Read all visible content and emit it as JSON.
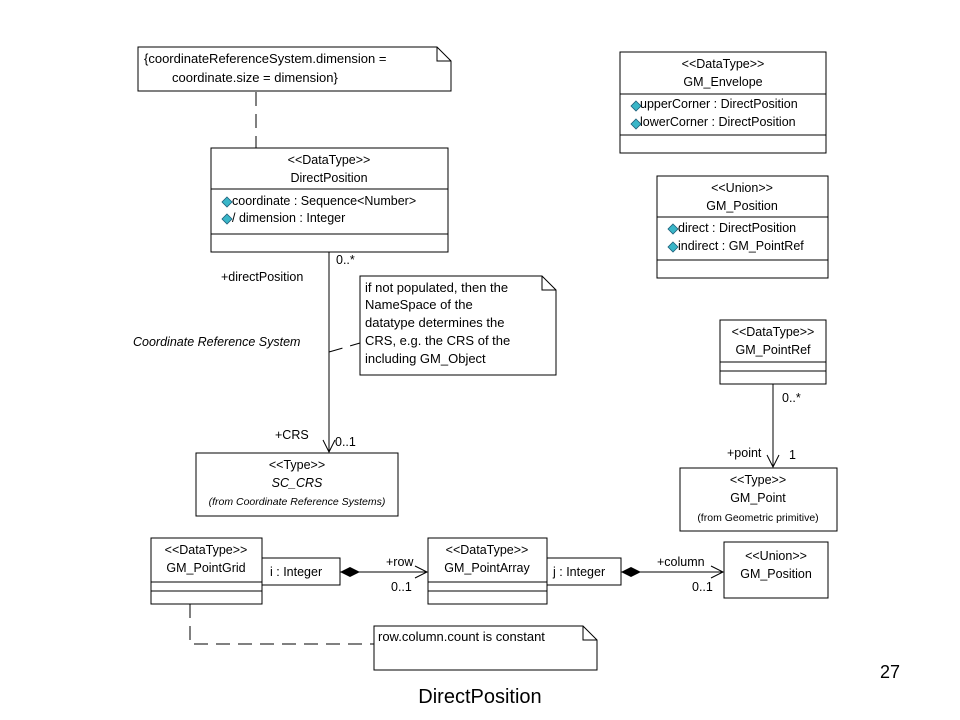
{
  "notes": {
    "dimension_constraint": [
      "{coordinateReferenceSystem.dimension  =",
      "coordinate.size = dimension}"
    ],
    "namespace": [
      "if not populated, then the",
      "NameSpace of the",
      "datatype determines the",
      "CRS, e.g. the CRS of the",
      "including GM_Object"
    ],
    "row_column": [
      "row.column.count is constant"
    ]
  },
  "classes": {
    "direct_position": {
      "stereotype": "<<DataType>>",
      "name": "DirectPosition",
      "attributes": [
        "coordinate : Sequence<Number>",
        "/ dimension : Integer"
      ]
    },
    "gm_envelope": {
      "stereotype": "<<DataType>>",
      "name": "GM_Envelope",
      "attributes": [
        "upperCorner : DirectPosition",
        "lowerCorner : DirectPosition"
      ]
    },
    "gm_position_union": {
      "stereotype": "<<Union>>",
      "name": "GM_Position",
      "attributes": [
        "direct : DirectPosition",
        "indirect : GM_PointRef"
      ]
    },
    "gm_pointref": {
      "stereotype": "<<DataType>>",
      "name": "GM_PointRef"
    },
    "sc_crs": {
      "stereotype": "<<Type>>",
      "name": "SC_CRS",
      "from": "(from Coordinate Reference Systems)"
    },
    "gm_point": {
      "stereotype": "<<Type>>",
      "name": "GM_Point",
      "from": "(from Geometric primitive)"
    },
    "gm_pointgrid": {
      "stereotype": "<<DataType>>",
      "name": "GM_PointGrid"
    },
    "gm_pointarray": {
      "stereotype": "<<DataType>>",
      "name": "GM_PointArray"
    },
    "gm_position_bottom": {
      "stereotype": "<<Union>>",
      "name": "GM_Position"
    }
  },
  "qualifiers": {
    "i": "i : Integer",
    "j": "j : Integer"
  },
  "associations": {
    "crs_role_left": "+directPosition",
    "crs_mult_top": "0..*",
    "crs_assoc_name": "Coordinate Reference System",
    "crs_role": "+CRS",
    "crs_mult_bottom": "0..1",
    "point_mult_top": "0..*",
    "point_role": "+point",
    "point_mult_bottom": "1",
    "row_role": "+row",
    "row_mult": "0..1",
    "column_role": "+column",
    "column_mult": "0..1"
  },
  "page_number": "27",
  "title": "DirectPosition"
}
